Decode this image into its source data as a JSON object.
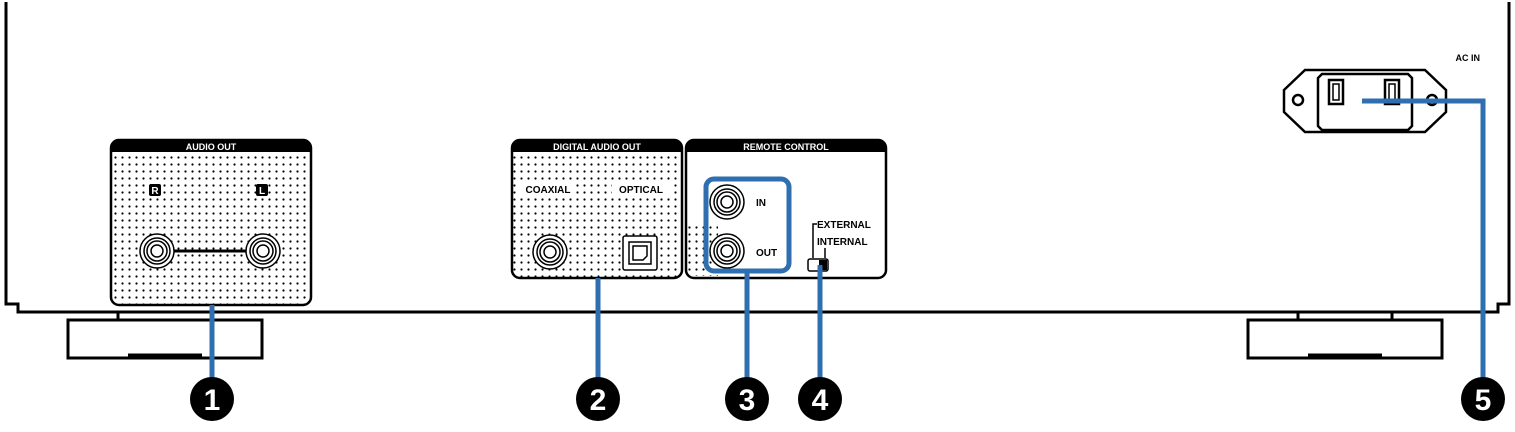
{
  "panels": {
    "audio_out": {
      "title": "AUDIO OUT",
      "right": "R",
      "left": "L"
    },
    "digital_audio_out": {
      "title": "DIGITAL AUDIO OUT",
      "coaxial": "COAXIAL",
      "optical": "OPTICAL"
    },
    "remote_control": {
      "title": "REMOTE CONTROL",
      "in": "IN",
      "out": "OUT",
      "external": "EXTERNAL",
      "internal": "INTERNAL"
    },
    "ac_in": {
      "label": "AC IN"
    }
  },
  "callouts": [
    "1",
    "2",
    "3",
    "4",
    "5"
  ],
  "colors": {
    "callout_line": "#2f6fb0",
    "ink": "#000000"
  }
}
